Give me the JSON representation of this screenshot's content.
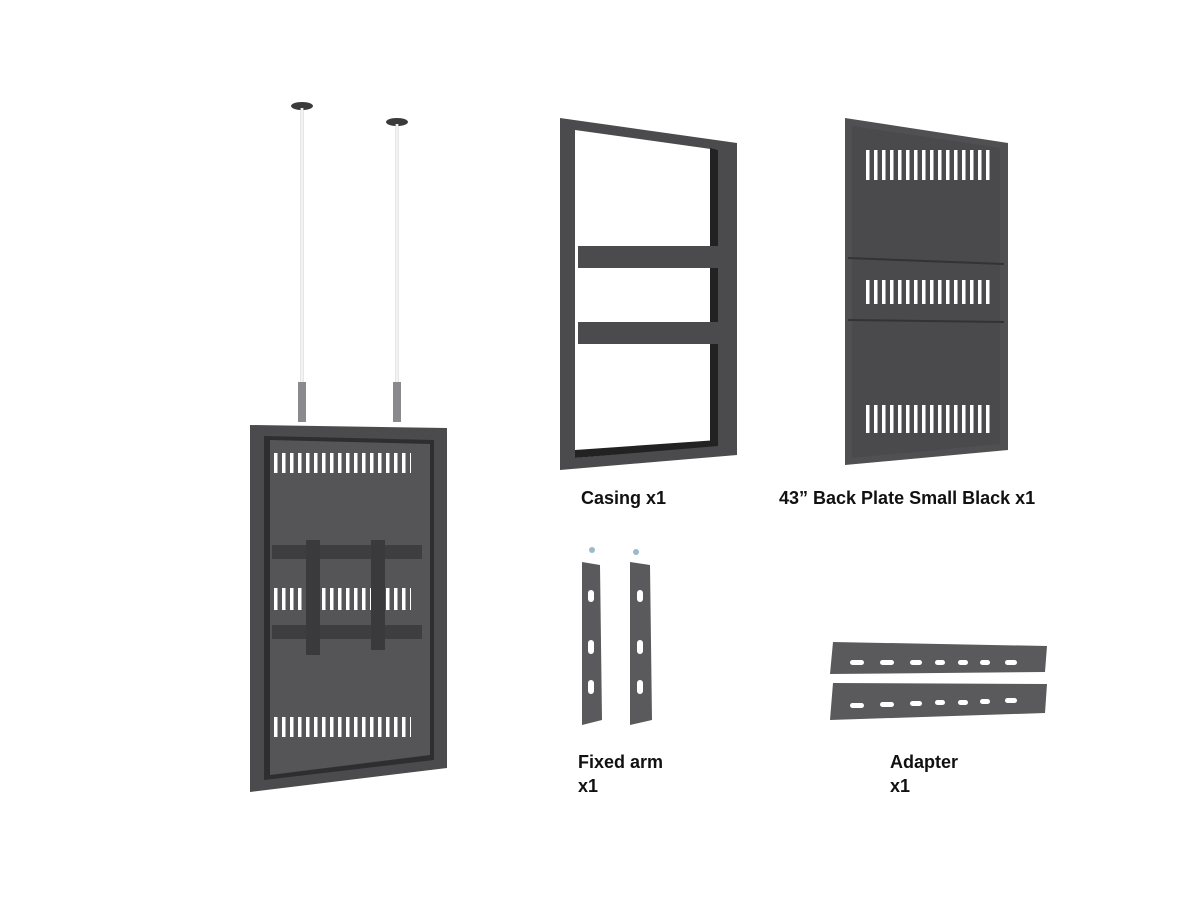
{
  "colors": {
    "metal": "#4b4b4d",
    "metal_dark": "#2e2e30",
    "metal_light": "#6a6a6c",
    "background": "#ffffff"
  },
  "parts": [
    {
      "name": "Casing",
      "qty_label": "Casing x1"
    },
    {
      "name": "43” Back Plate Small Black",
      "qty_label": "43” Back Plate Small Black x1"
    },
    {
      "name": "Fixed arm",
      "line1": "Fixed arm",
      "line2": "x1"
    },
    {
      "name": "Adapter",
      "line1": "Adapter",
      "line2": "x1"
    }
  ]
}
